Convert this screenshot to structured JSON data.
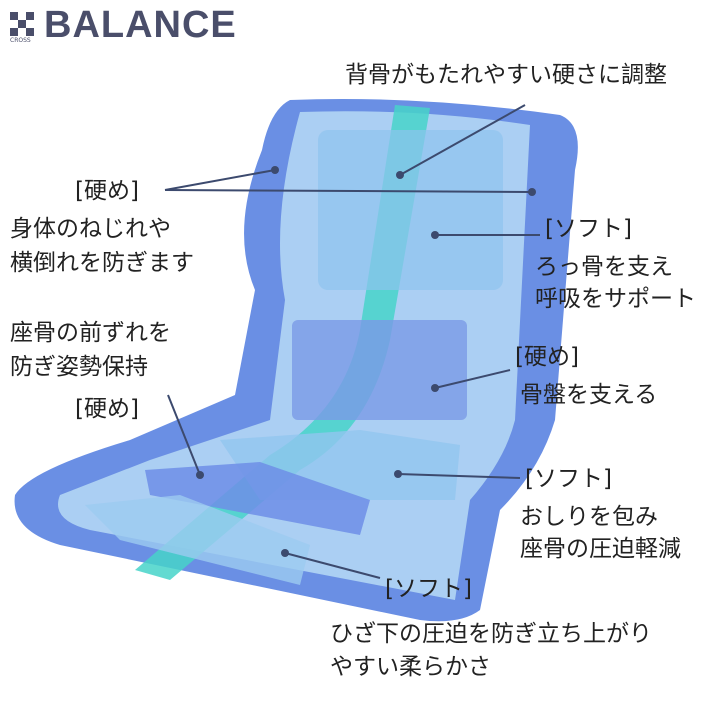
{
  "logo": {
    "brand": "BALANCE",
    "sub": "CROSS"
  },
  "labels": {
    "top": "背骨がもたれやすい硬さに調整",
    "side_tag": "[硬め]",
    "side_1": "身体のねじれや",
    "side_2": "横倒れを防ぎます",
    "rib_tag": "[ソフト]",
    "rib_1": "ろっ骨を支え",
    "rib_2": "呼吸をサポート",
    "seat_front_1": "座骨の前ずれを",
    "seat_front_2": "防ぎ姿勢保持",
    "seat_front_tag": "[硬め]",
    "pelvis_tag": "[硬め]",
    "pelvis_1": "骨盤を支える",
    "hip_tag": "[ソフト]",
    "hip_1": "おしりを包み",
    "hip_2": "座骨の圧迫軽減",
    "knee_tag": "[ソフト]",
    "knee_1": "ひざ下の圧迫を防ぎ立ち上がり",
    "knee_2": "やすい柔らかさ"
  },
  "colors": {
    "outer": "#5f86e0",
    "inner": "#a9d0f2",
    "spine": "#3fd0c8",
    "hard": "#7b9ae6",
    "line": "#3c4a6e"
  }
}
